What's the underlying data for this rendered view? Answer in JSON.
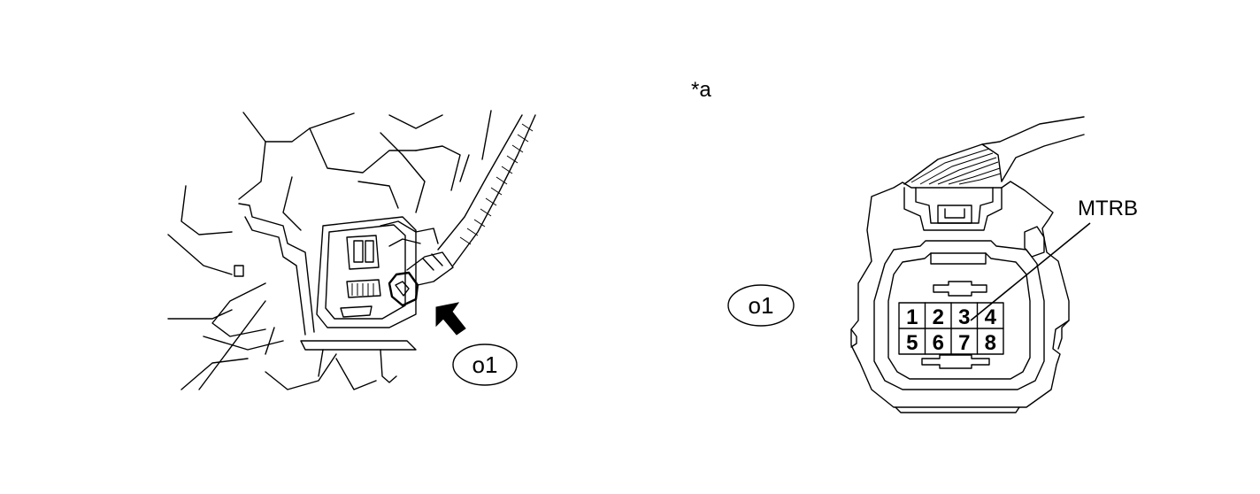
{
  "labels": {
    "view_marker": "*a",
    "connector_code_left": "o1",
    "connector_code_right": "o1",
    "terminal_name": "MTRB"
  },
  "connector_pins": {
    "row1": [
      "1",
      "2",
      "3",
      "4"
    ],
    "row2": [
      "5",
      "6",
      "7",
      "8"
    ]
  }
}
